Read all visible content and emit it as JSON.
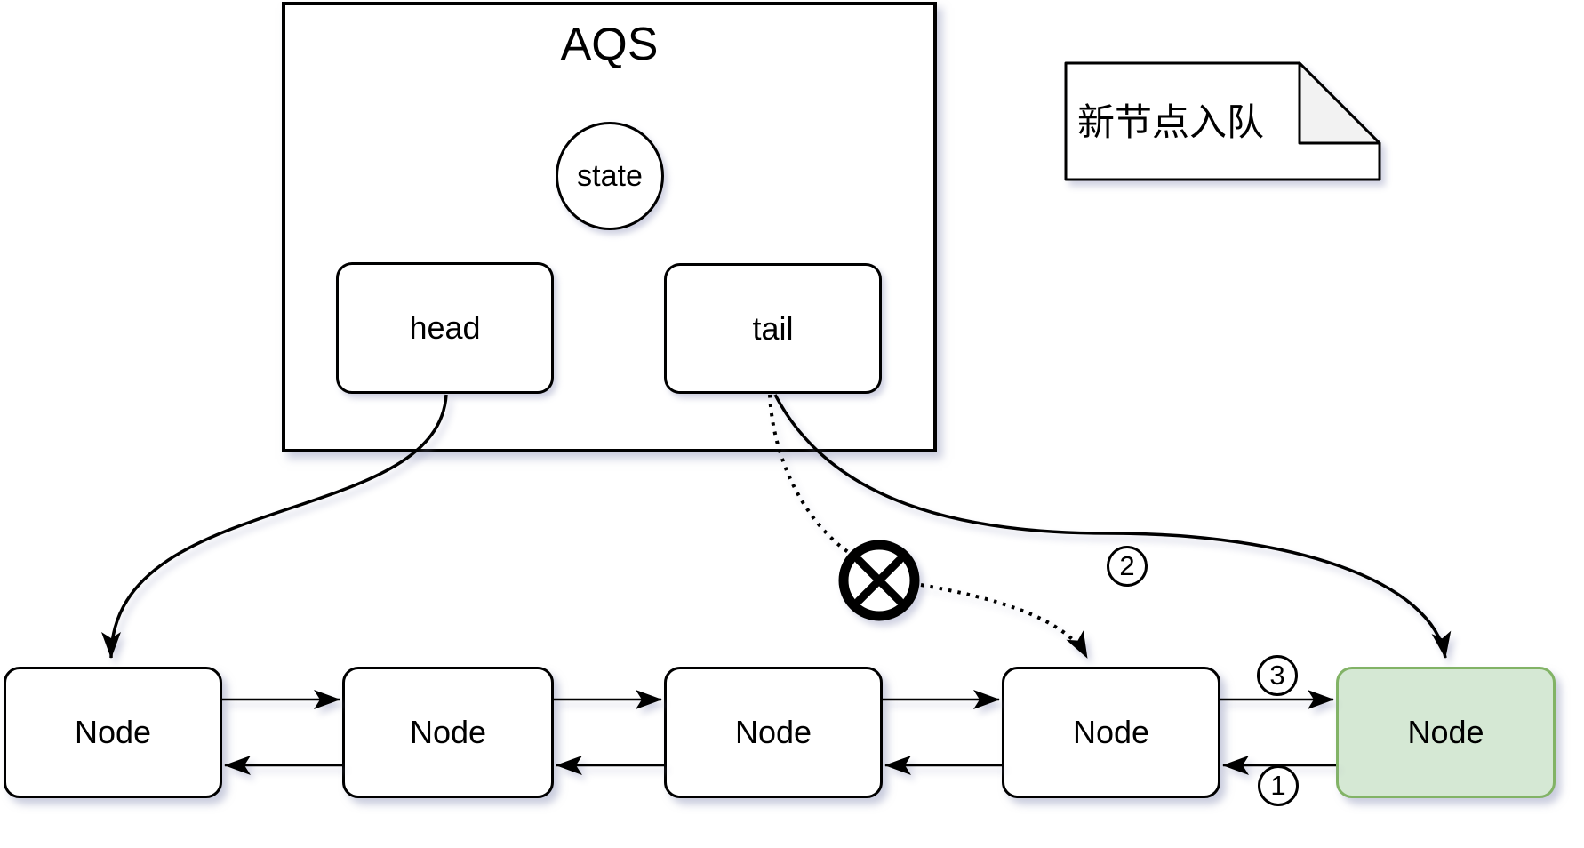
{
  "diagram": {
    "aqs": {
      "title": "AQS",
      "state_label": "state",
      "head_label": "head",
      "tail_label": "tail"
    },
    "note": {
      "text": "新节点入队"
    },
    "nodes": [
      {
        "label": "Node",
        "highlight": false
      },
      {
        "label": "Node",
        "highlight": false
      },
      {
        "label": "Node",
        "highlight": false
      },
      {
        "label": "Node",
        "highlight": false
      },
      {
        "label": "Node",
        "highlight": true
      }
    ],
    "steps": {
      "step1": "1",
      "step2": "2",
      "step3": "3"
    },
    "colors": {
      "stroke": "#000000",
      "node_fill": "#ffffff",
      "highlight_fill": "#d5e8d4",
      "highlight_border": "#82b366",
      "note_fold_fill": "#f2f2f2",
      "shadow": "rgba(150,155,190,0.5)"
    }
  }
}
